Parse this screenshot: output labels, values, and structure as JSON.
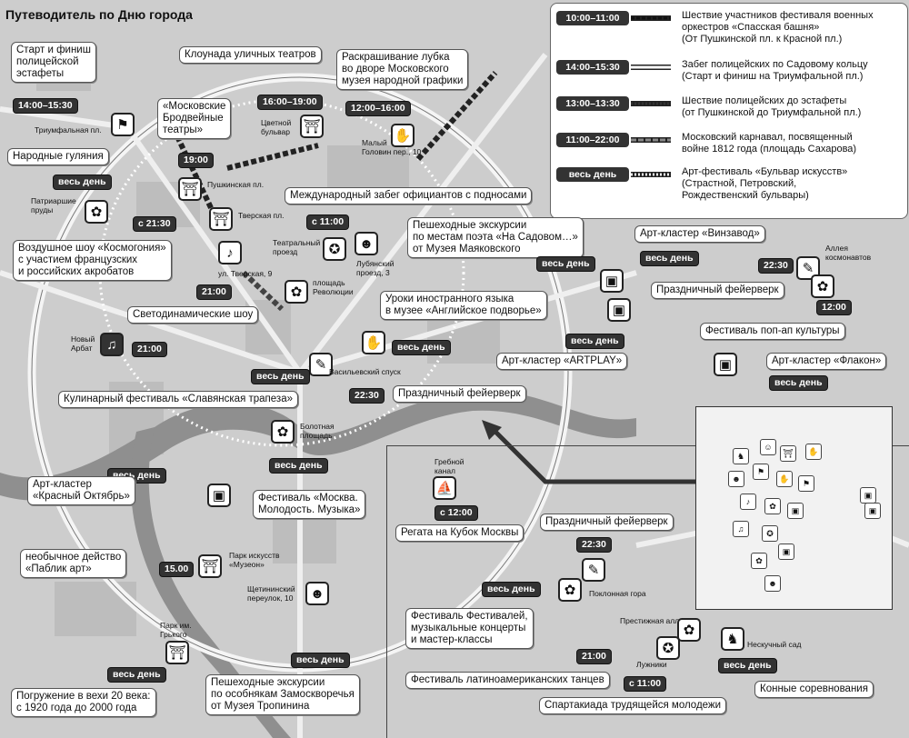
{
  "title": "Путеводитель по Дню города",
  "legend": [
    {
      "time": "10:00–11:00",
      "line": "black-dashes",
      "text": [
        "Шествие участников фестиваля военных",
        "оркестров «Спасская башня»",
        "(От Пушкинской пл. к Красной пл.)"
      ]
    },
    {
      "time": "14:00–15:30",
      "line": "white-solid",
      "text": [
        "Забег полицейских по Садовому кольцу",
        "(Старт и финиш на Триумфальной пл.)"
      ]
    },
    {
      "time": "13:00–13:30",
      "line": "double-dashes",
      "text": [
        "Шествие полицейских до эстафеты",
        "(от Пушкинской до Триумфальной пл.)"
      ]
    },
    {
      "time": "11:00–22:00",
      "line": "grey-dashes",
      "text": [
        "Московский карнавал, посвященный",
        "войне 1812 года (площадь Сахарова)"
      ]
    },
    {
      "time": "весь день",
      "line": "white-dots",
      "text": [
        "Арт-фестиваль «Бульвар искусств»",
        "(Страстной, Петровский,",
        "Рождественский бульвары)"
      ]
    }
  ],
  "events": {
    "relay": [
      "Старт и финиш",
      "полицейской",
      "эстафеты"
    ],
    "relay_time": "14:00–15:30",
    "triumph_sq": "Триумфальная пл.",
    "folk": "Народные гуляния",
    "allday": "весь день",
    "patriarch": [
      "Патриаршие",
      "пруды"
    ],
    "clown": "Клоунада уличных театров",
    "clown_time": "16:00–19:00",
    "broadway": [
      "«Московские",
      "Бродвейные",
      "театры»"
    ],
    "broadway_time": "19:00",
    "boulevard": [
      "Цветной",
      "бульвар"
    ],
    "lubok": [
      "Раскрашивание лубка",
      "во дворе Московского",
      "музея народной графики"
    ],
    "lubok_time": "12:00–16:00",
    "maly_golovin": [
      "Малый",
      "Головин пер., 10"
    ],
    "pushkin_sq": "Пушкинская пл.",
    "tverskaya_sq": "Тверская пл.",
    "waiters": "Международный забег официантов с подносами",
    "waiters_time": "с 11:00",
    "time_2130": "с 21:30",
    "kosmogonia": [
      "Воздушное шоу «Космогония»",
      "с участием французских",
      "и российских акробатов"
    ],
    "tverskaya9": "ул. Тверская, 9",
    "theatre_dr": [
      "Театральный",
      "проезд"
    ],
    "lubyansky": [
      "Лубянский",
      "проезд, 3"
    ],
    "mayakovsky": [
      "Пешеходные экскурсии",
      "по местам поэта «На Садовом…»",
      "от Музея Маяковского"
    ],
    "time_2100": "21:00",
    "revolution_sq": [
      "площадь",
      "Революции"
    ],
    "light_show": "Светодинамические шоу",
    "english_yard": [
      "Уроки иностранного языка",
      "в музее «Английское подворье»"
    ],
    "arbat": [
      "Новый",
      "Арбат"
    ],
    "arbat_time": "21:00",
    "vasilyevsky": "Васильевский спуск",
    "fireworks": "Праздничный фейерверк",
    "fireworks_time": "22:30",
    "slavic": "Кулинарный фестиваль «Славянская трапеза»",
    "bolotnaya": [
      "Болотная",
      "площадь"
    ],
    "red_october": [
      "Арт-кластер",
      "«Красный Октябрь»"
    ],
    "msk_youth": [
      "Фестиваль «Москва.",
      "Молодость. Музыка»"
    ],
    "public_art": [
      "необычное действо",
      "«Паблик арт»"
    ],
    "muzeon_time": "15.00",
    "muzeon": [
      "Парк искусств",
      "«Музеон»"
    ],
    "shchetininsky": [
      "Щетининский",
      "переулок, 10"
    ],
    "gorky": [
      "Парк им.",
      "Грького"
    ],
    "immersion": [
      "Погружение в вехи 20 века:",
      "с 1920 года до 2000 года"
    ],
    "tropinin": [
      "Пешеходные экскурсии",
      "по особнякам Замоскворечья",
      "от Музея Тропинина"
    ],
    "winzavod": "Арт-кластер «Винзавод»",
    "cosmonauts": [
      "Аллея",
      "космонавтов"
    ],
    "time_1200": "12:00",
    "popup": "Фестиваль поп-ап культуры",
    "flacon": "Арт-кластер «Флакон»",
    "artplay": "Арт-кластер «ARTPLAY»",
    "rowing": [
      "Гребной",
      "канал"
    ],
    "regatta": "Регата на Кубок Москвы",
    "regatta_time": "с 12:00",
    "poklonnaya": "Поклонная гора",
    "festival_fest": [
      "Фестиваль Фестивалей,",
      "музыкальные концерты",
      "и мастер-классы"
    ],
    "prestige": "Престижная аллея",
    "luzhniki": "Лужники",
    "neskuchny": "Нескучный сад",
    "latin": "Фестиваль латиноамериканских танцев",
    "spartakiad": "Спартакиада трудящейся молодежи",
    "horse": "Конные соревнования"
  }
}
